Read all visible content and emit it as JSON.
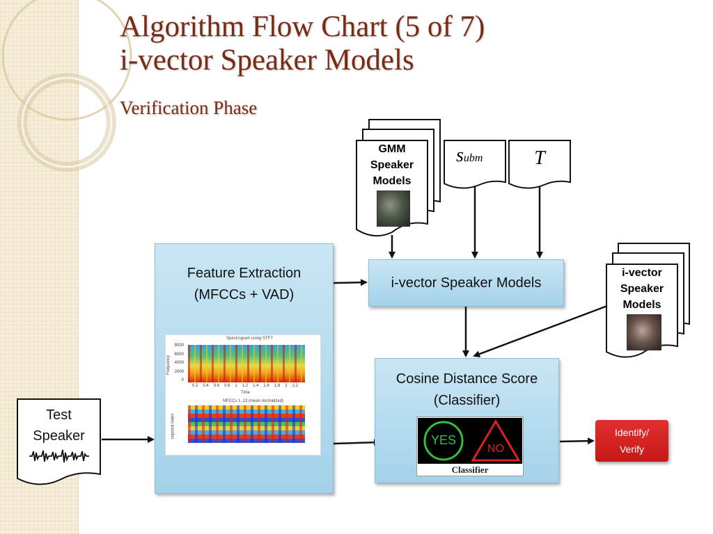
{
  "slide": {
    "title_line1": "Algorithm Flow Chart (5 of 7)",
    "title_line2": "i-vector Speaker Models",
    "subtitle": "Verification Phase"
  },
  "nodes": {
    "gmm_docs": {
      "label": "GMM\nSpeaker\nModels"
    },
    "s_ubm": {
      "symbol": "s",
      "subscript": "ubm"
    },
    "t_matrix": {
      "label": "T"
    },
    "feature_extraction": {
      "line1": "Feature Extraction",
      "line2": "(MFCCs + VAD)"
    },
    "ivector_models": {
      "label": "i-vector Speaker Models"
    },
    "ivector_docs": {
      "label": "i-vector\nSpeaker\nModels"
    },
    "cosine": {
      "line1": "Cosine Distance Score",
      "line2": "(Classifier)"
    },
    "test_speaker": {
      "line1": "Test",
      "line2": "Speaker"
    },
    "identify_verify": {
      "line1": "Identify/",
      "line2": "Verify"
    }
  },
  "spectrogram": {
    "title": "Spectrogram using STFT",
    "ylabel": "Frequency",
    "yticks": [
      "8000",
      "6000",
      "4000",
      "2000",
      "0"
    ],
    "xticks": [
      "0.2",
      "0.4",
      "0.6",
      "0.8",
      "1",
      "1.2",
      "1.4",
      "1.6",
      "1.8",
      "2",
      "2.2"
    ],
    "xlabel": "Time",
    "mfcc_title": "MFCCs 1..13 (mean normalized)",
    "mfcc_ylabel": "cepstral index"
  },
  "classifier": {
    "yes": "YES",
    "no": "NO",
    "caption": "Classifier"
  },
  "colors": {
    "title": "#7a2b16",
    "box_fill": "#b6dcef",
    "verify_fill": "#d42020"
  }
}
